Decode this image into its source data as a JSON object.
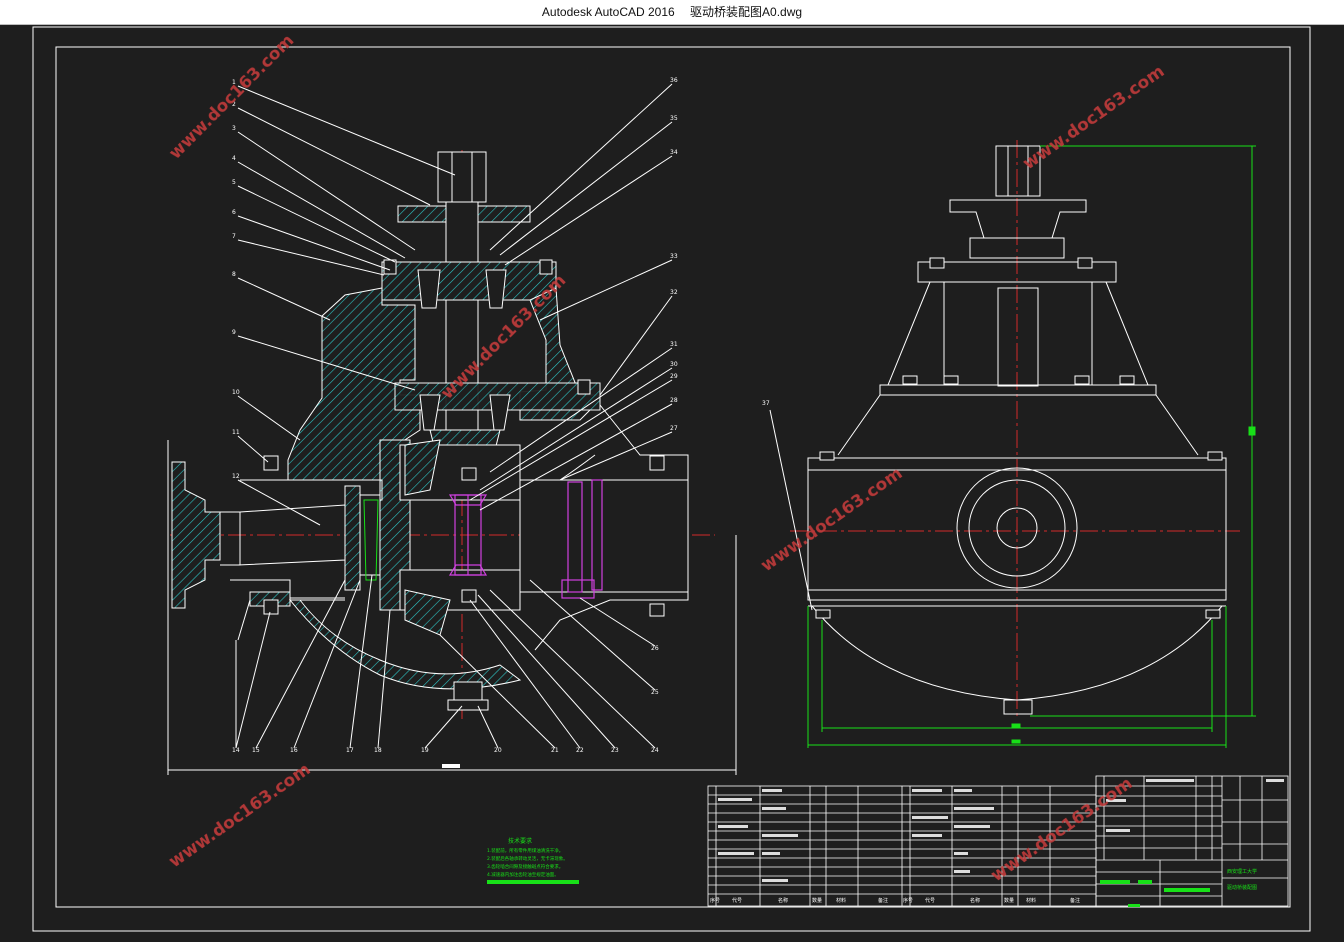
{
  "window": {
    "app_name": "Autodesk AutoCAD 2016",
    "file_name": "驱动桥装配图A0.dwg"
  },
  "drawing": {
    "watermark": "www.doc163.com",
    "part_labels_left_top": [
      "1",
      "2",
      "3",
      "4",
      "5",
      "6",
      "7",
      "8",
      "9",
      "10",
      "11",
      "12"
    ],
    "part_labels_right": [
      "36",
      "35",
      "34",
      "33",
      "32",
      "31",
      "30",
      "29",
      "28",
      "27"
    ],
    "part_labels_bottom": [
      "14",
      "15",
      "16",
      "17",
      "18",
      "19",
      "20",
      "21",
      "22",
      "23",
      "24",
      "25",
      "26"
    ],
    "side_view_label": "37",
    "tech_requirements_title": "技术要求",
    "tech_requirements_lines": [
      "1.装配前，所有零件用煤油清洗干净。",
      "2.装配后各轴承转动灵活，无卡滞现象。",
      "3.齿轮啮合间隙及接触斑点符合要求。",
      "4.减速器内加注齿轮油至规定油面。"
    ],
    "bom_header_left": [
      "序号",
      "代号",
      "名称",
      "数量",
      "材料",
      "备注"
    ],
    "bom_header_right": [
      "序号",
      "代号",
      "名称",
      "数量",
      "材料",
      "备注"
    ],
    "title_block_school": "西安理工大学",
    "title_block_drawing": "驱动桥装配图"
  },
  "colors": {
    "background": "#1e1e1e",
    "line_white": "#ffffff",
    "hatch_cyan": "#2ec4c4",
    "centerline_red": "#d12b2b",
    "dimension_green": "#18e018",
    "spline_magenta": "#d040e0",
    "watermark": "#c23b3b"
  }
}
